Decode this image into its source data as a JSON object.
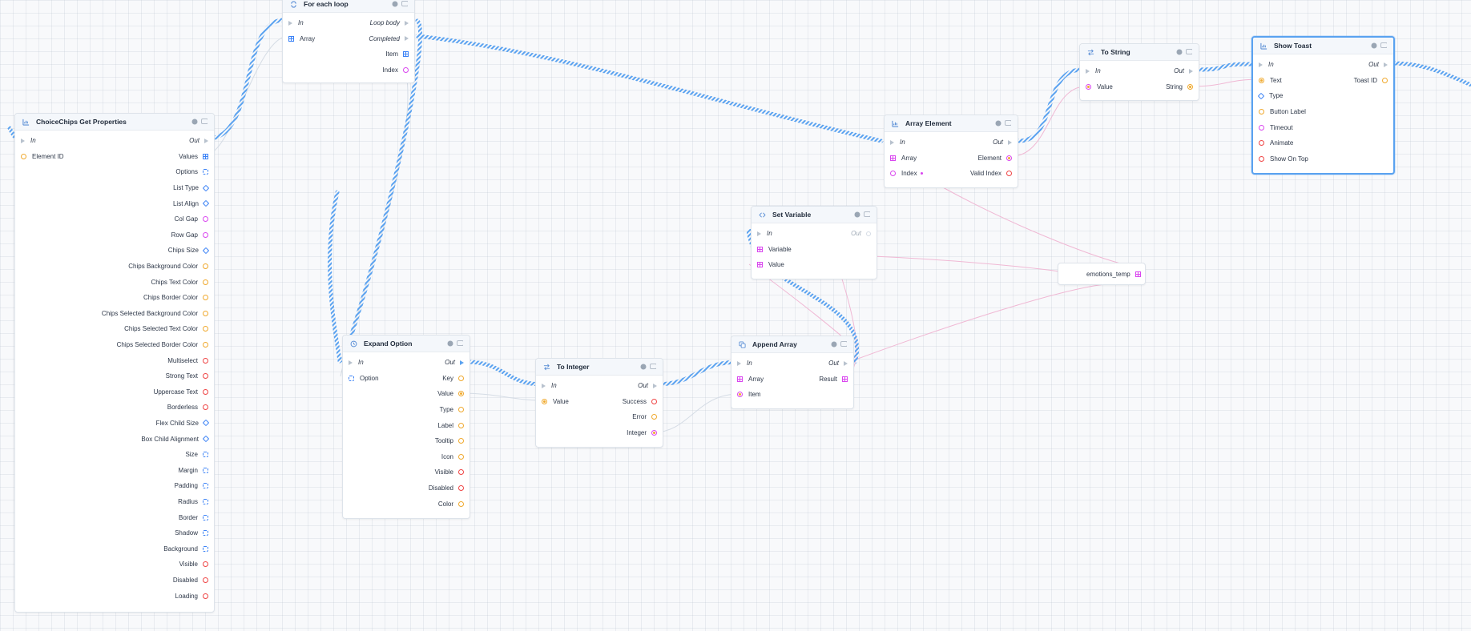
{
  "colors": {
    "exec_wire": "#5aa2f0",
    "data_wire_pink": "#f0b8d4",
    "data_wire_gray": "#d5dce5",
    "pin_orange": "#f0a92e",
    "pin_red": "#ef4444",
    "pin_blue": "#3b82f6",
    "pin_magenta": "#d946ef",
    "selected_border": "#5aa2f0"
  },
  "nodes": {
    "choicechips": {
      "title": "ChoiceChips Get Properties",
      "icon": "function-icon",
      "exec_in": "In",
      "exec_out": "Out",
      "input": "Element ID",
      "outputs": [
        "Values",
        "Options",
        "List Type",
        "List Align",
        "Col Gap",
        "Row Gap",
        "Chips Size",
        "Chips Background Color",
        "Chips Text Color",
        "Chips Border Color",
        "Chips Selected Background Color",
        "Chips Selected Text Color",
        "Chips Selected Border Color",
        "Multiselect",
        "Strong Text",
        "Uppercase Text",
        "Borderless",
        "Flex Child Size",
        "Box Child Alignment",
        "Size",
        "Margin",
        "Padding",
        "Radius",
        "Border",
        "Shadow",
        "Background",
        "Visible",
        "Disabled",
        "Loading"
      ]
    },
    "foreach": {
      "title": "For each loop",
      "icon": "loop-icon",
      "exec_in": "In",
      "input": "Array",
      "loop_body": "Loop body",
      "completed": "Completed",
      "item": "Item",
      "index": "Index"
    },
    "expand": {
      "title": "Expand Option",
      "icon": "clock-icon",
      "exec_in": "In",
      "exec_out": "Out",
      "input": "Option",
      "outputs": [
        "Key",
        "Value",
        "Type",
        "Label",
        "Tooltip",
        "Icon",
        "Visible",
        "Disabled",
        "Color"
      ]
    },
    "tointeger": {
      "title": "To Integer",
      "icon": "convert-icon",
      "exec_in": "In",
      "exec_out": "Out",
      "input": "Value",
      "outputs": [
        "Success",
        "Error",
        "Integer"
      ]
    },
    "append": {
      "title": "Append Array",
      "icon": "copy-icon",
      "exec_in": "In",
      "exec_out": "Out",
      "inputs": [
        "Array",
        "Item"
      ],
      "output": "Result"
    },
    "setvar": {
      "title": "Set Variable",
      "icon": "variable-icon",
      "exec_in": "In",
      "exec_out": "Out",
      "inputs": [
        "Variable",
        "Value"
      ]
    },
    "arrayel": {
      "title": "Array Element",
      "icon": "function-icon",
      "exec_in": "In",
      "exec_out": "Out",
      "inputs": [
        "Array",
        "Index"
      ],
      "outputs": [
        "Element",
        "Valid Index"
      ]
    },
    "tostring": {
      "title": "To String",
      "icon": "convert-icon",
      "exec_in": "In",
      "exec_out": "Out",
      "input": "Value",
      "output": "String"
    },
    "toast": {
      "title": "Show Toast",
      "icon": "function-icon",
      "exec_in": "In",
      "exec_out": "Out",
      "inputs": [
        "Text",
        "Type",
        "Button Label",
        "Timeout",
        "Animate",
        "Show On Top"
      ],
      "output": "Toast ID"
    },
    "emotions": {
      "label": "emotions_temp"
    }
  }
}
